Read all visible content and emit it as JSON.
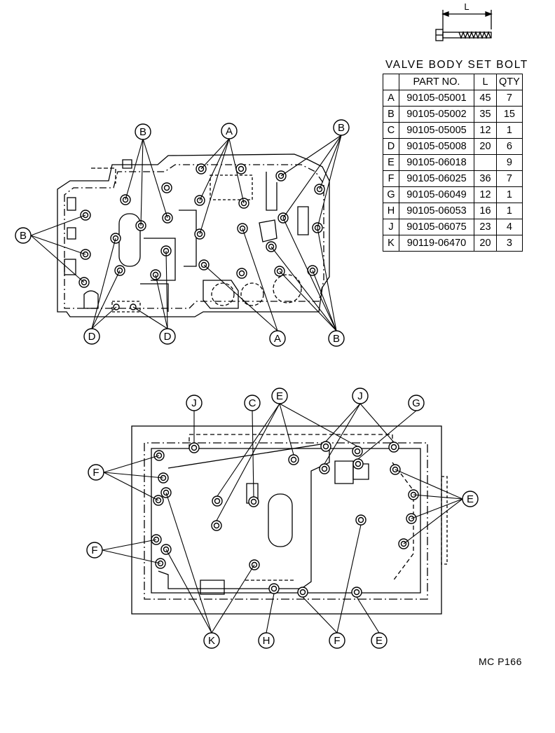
{
  "bolt_icon": {
    "dimension_label": "L",
    "icon": "hex-bolt-icon"
  },
  "table": {
    "title": "VALVE BODY SET BOLT",
    "headers": [
      "",
      "PART NO.",
      "L",
      "QTY"
    ],
    "rows": [
      [
        "A",
        "90105-05001",
        "45",
        "7"
      ],
      [
        "B",
        "90105-05002",
        "35",
        "15"
      ],
      [
        "C",
        "90105-05005",
        "12",
        "1"
      ],
      [
        "D",
        "90105-05008",
        "20",
        "6"
      ],
      [
        "E",
        "90105-06018",
        "",
        "9"
      ],
      [
        "F",
        "90105-06025",
        "36",
        "7"
      ],
      [
        "G",
        "90105-06049",
        "12",
        "1"
      ],
      [
        "H",
        "90105-06053",
        "16",
        "1"
      ],
      [
        "J",
        "90105-06075",
        "23",
        "4"
      ],
      [
        "K",
        "90119-06470",
        "20",
        "3"
      ]
    ]
  },
  "callouts": {
    "upper_b_top_left": "B",
    "upper_a_top": "A",
    "upper_b_top_right": "B",
    "upper_b_left": "B",
    "upper_d_left": "D",
    "upper_d_right": "D",
    "upper_a_bottom": "A",
    "upper_b_bottom": "B",
    "lower_j_left": "J",
    "lower_c": "C",
    "lower_e_top": "E",
    "lower_j_right": "J",
    "lower_g": "G",
    "lower_f_upper": "F",
    "lower_e_right": "E",
    "lower_f_lower": "F",
    "lower_k": "K",
    "lower_h": "H",
    "lower_f_bottom": "F",
    "lower_e_bottom": "E"
  },
  "figure_ref": "MC P166"
}
